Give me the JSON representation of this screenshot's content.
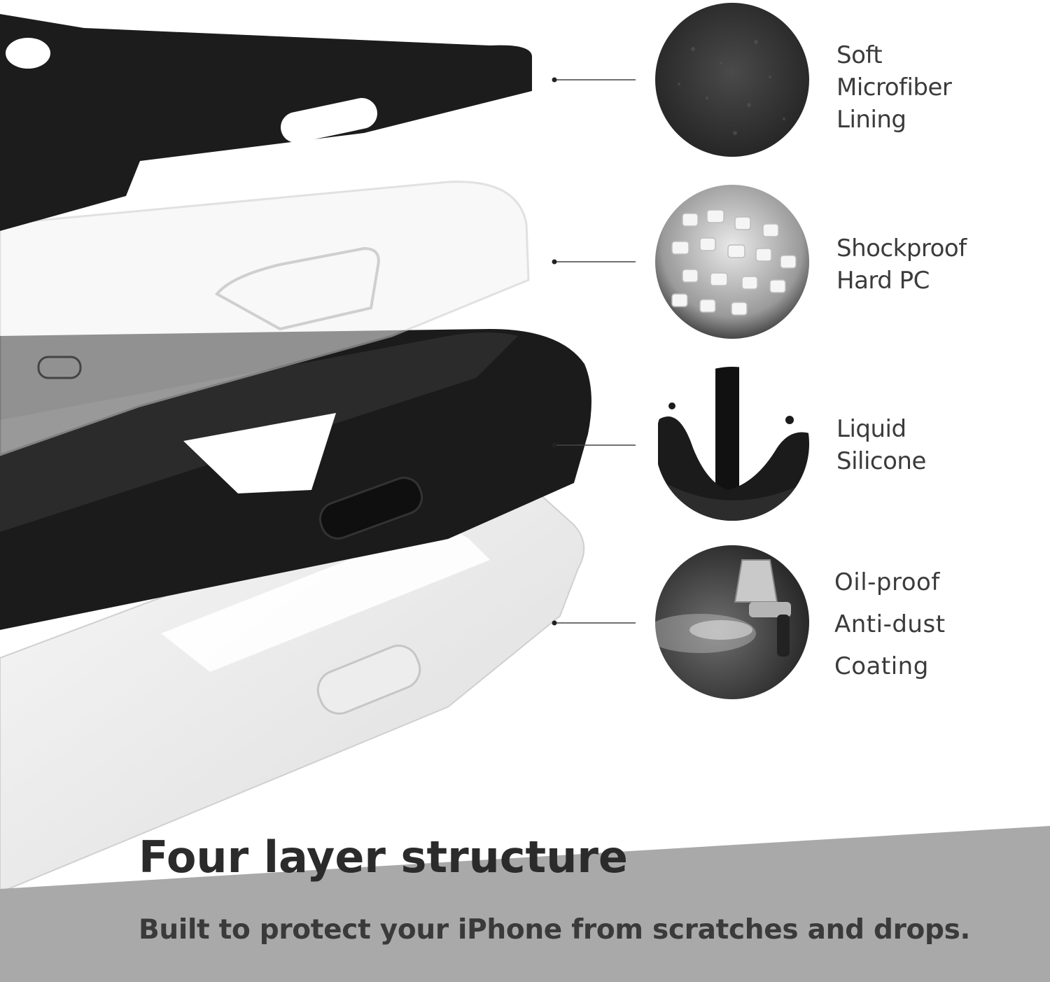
{
  "layers": [
    {
      "id": "microfiber",
      "lines": [
        "Soft",
        "Microfiber",
        "Lining"
      ],
      "icon": "microfiber-texture-icon"
    },
    {
      "id": "hard-pc",
      "lines": [
        "Shockproof",
        "Hard PC"
      ],
      "icon": "pc-pellets-icon"
    },
    {
      "id": "silicone",
      "lines": [
        "Liquid",
        "Silicone"
      ],
      "icon": "liquid-silicone-splash-icon"
    },
    {
      "id": "coating",
      "lines": [
        "Oil-proof",
        "Anti-dust",
        "Coating"
      ],
      "icon": "spray-gun-icon"
    }
  ],
  "footer": {
    "headline": "Four layer structure",
    "tagline": "Built to protect your iPhone from scratches and drops."
  },
  "colors": {
    "case_black": "#1c1c1c",
    "footer_band": "#a9a9a9",
    "text": "#3b3b3b"
  }
}
